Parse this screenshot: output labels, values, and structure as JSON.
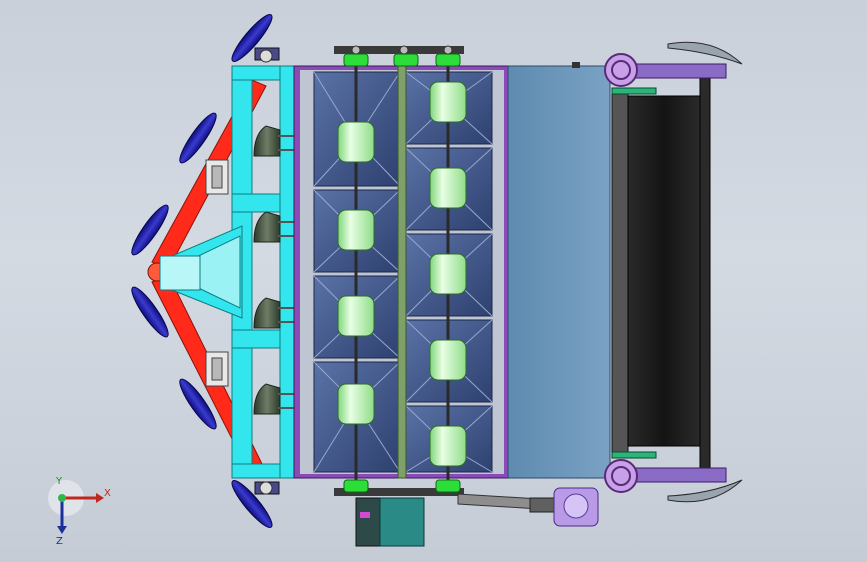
{
  "viewport": {
    "name": "cad-model-viewport"
  },
  "triad": {
    "x_label": "X",
    "y_label": "Y",
    "z_label": "Z"
  },
  "colors": {
    "background": "#cdd3dc",
    "frame_cyan": "#33e6ee",
    "arm_red": "#ff2a1a",
    "disc_blue": "#1a1aa8",
    "hopper_blue": "#4a6296",
    "bearing_green": "#b6f5b0",
    "panel_blue": "#6a94b8",
    "belt_black": "#1c1c1c",
    "bracket_purple": "#8a6cc6",
    "motor_teal": "#2a8a86"
  }
}
